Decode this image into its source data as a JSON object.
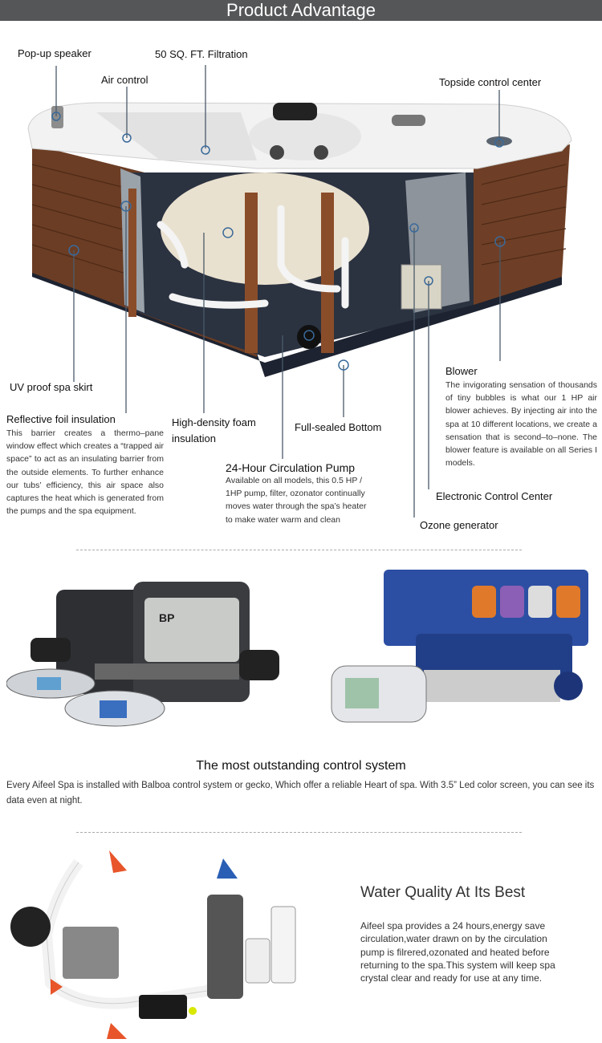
{
  "header": {
    "title": "Product Advantage"
  },
  "callouts": {
    "popup_speaker": "Pop-up speaker",
    "filtration": "50 SQ. FT. Filtration",
    "air_control": "Air control",
    "topside_control": "Topside control center",
    "uv_skirt": "UV proof spa skirt",
    "reflective": {
      "title": "Reflective foil insulation",
      "text": "This barrier creates a thermo–pane window effect which creates a “trapped air space” to act as an insulating barrier from the outside elements. To further enhance our tubs’ efficiency, this air space also captures the heat which is generated from the pumps and the spa equipment."
    },
    "foam": "High-density foam insulation",
    "bottom": "Full-sealed Bottom",
    "pump": {
      "title": "24-Hour Circulation Pump",
      "text": "Available on all models, this 0.5 HP / 1HP pump, filter, ozonator continually moves water through the spa’s heater to make water warm and clean"
    },
    "blower": {
      "title": "Blower",
      "text": "The invigorating sensation of thousands of tiny bubbles is what our 1 HP air blower achieves. By injecting air into the spa at 10 different locations, we create a sensation that is second–to–none. The blower feature is available on all Series I models."
    },
    "electronic": "Electronic Control Center",
    "ozone": "Ozone generator"
  },
  "control": {
    "title": "The most outstanding control system",
    "text": "Every Aifeel Spa is installed with Balboa control system or gecko, Which offer a reliable Heart of spa. With 3.5” Led color screen, you can see its data even at night."
  },
  "water": {
    "title": "Water Quality At Its Best",
    "text": "Aifeel spa provides a 24 hours,energy save circulation,water drawn on by the circulation pump is filrered,ozonated and heated before returning to the spa.This system will keep spa crystal clear and ready for use at any time."
  },
  "colors": {
    "header_bg": "#555658",
    "callout_line": "#4a5a6a",
    "wood": "#6a3a22",
    "control_blue": "#2a4a9a"
  }
}
